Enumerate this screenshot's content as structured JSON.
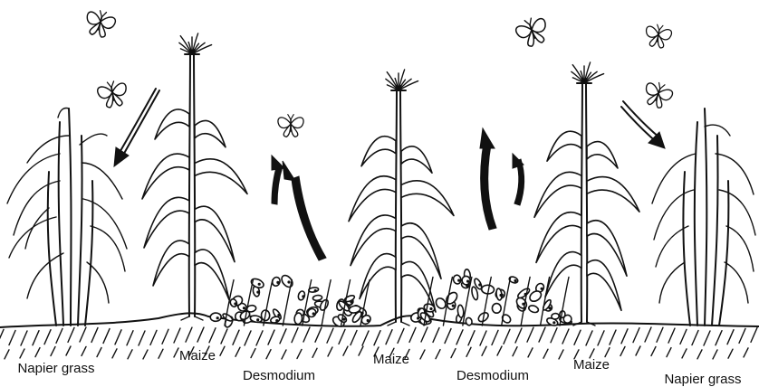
{
  "labels": {
    "napier_left": "Napier grass",
    "maize_left": "Maize",
    "desmodium_left": "Desmodium",
    "maize_center": "Maize",
    "desmodium_right": "Desmodium",
    "maize_right": "Maize",
    "napier_right": "Napier grass"
  },
  "ink_color": "#111111",
  "background_color": "#ffffff"
}
